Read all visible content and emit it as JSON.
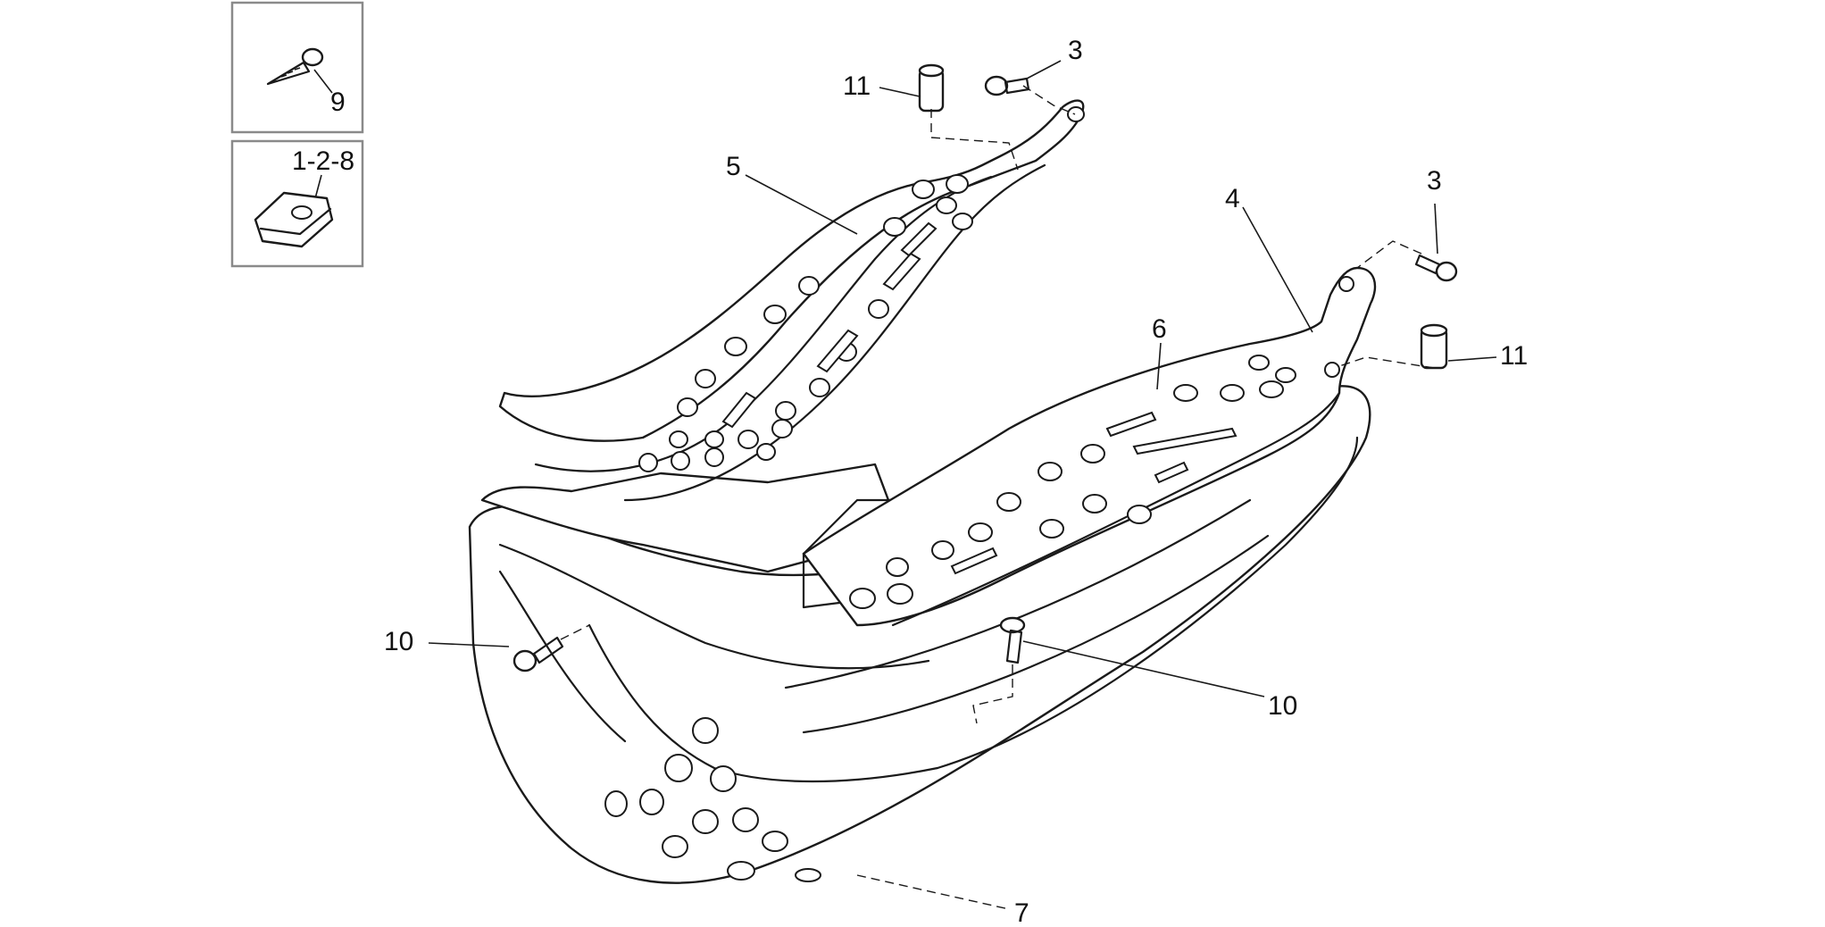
{
  "diagram": {
    "callouts": {
      "c9": "9",
      "c128": "1-2-8",
      "c11a": "11",
      "c3a": "3",
      "c5": "5",
      "c4": "4",
      "c3b": "3",
      "c6": "6",
      "c11b": "11",
      "c10a": "10",
      "c10b": "10",
      "c7": "7"
    }
  }
}
